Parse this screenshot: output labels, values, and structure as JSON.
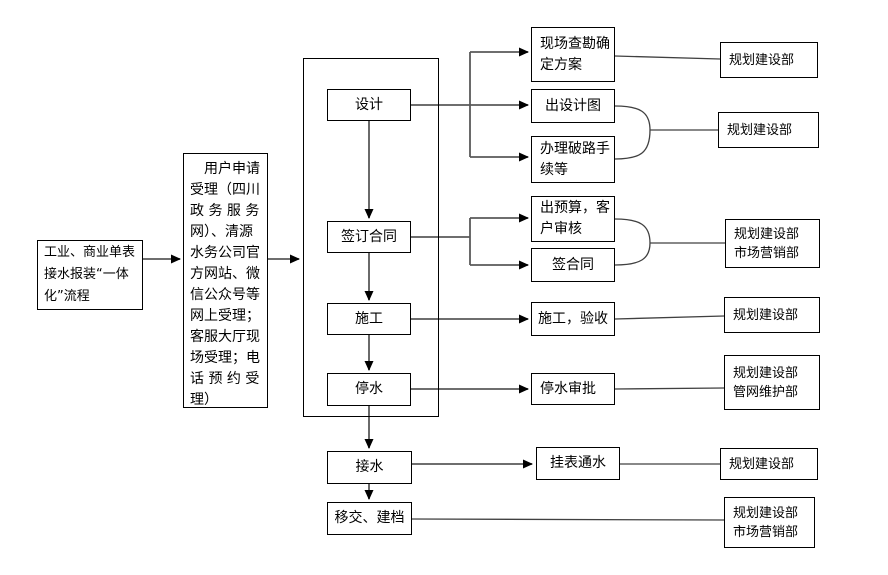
{
  "colors": {
    "background": "#ffffff",
    "box_border": "#000000",
    "box_fill": "#ffffff",
    "text": "#000000",
    "connector_line": "#595959",
    "arrowhead": "#000000"
  },
  "flow": {
    "start": {
      "label": "工业、商业单表\n接水报装“一体\n化”流程"
    },
    "intake": {
      "label": "　用户申请\n受理（四川\n政 务 服 务\n网）、清源\n水务公司官\n方网站、微\n信公众号等\n网上受理；\n客服大厅现\n场受理；电\n话 预 约 受\n理）"
    },
    "stages": {
      "design": "设计",
      "sign_contract": "签订合同",
      "construction": "施工",
      "water_stop": "停水",
      "water_connect": "接水",
      "handover_archive": "移交、建档"
    },
    "tasks": {
      "site_survey": "现场查勘确\n定方案",
      "design_drawing": "出设计图",
      "road_permit": "办理破路手\n续等",
      "budget_review": "出预算，客\n户审核",
      "sign_agreement": "签合同",
      "construct_accept": "施工，验收",
      "stop_approval": "停水审批",
      "meter_water_on": "挂表通水"
    },
    "departments": {
      "survey_dept": "规划建设部",
      "drawing_dept": "规划建设部",
      "contract_dept": "规划建设部\n市场营销部",
      "construction_dept": "规划建设部",
      "waterstop_dept": "规划建设部\n管网维护部",
      "connect_dept": "规划建设部",
      "handover_dept": "规划建设部\n市场营销部"
    }
  }
}
